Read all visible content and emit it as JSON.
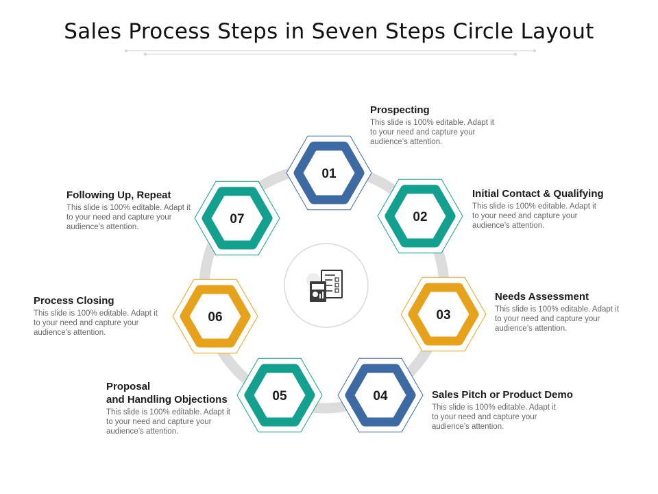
{
  "title": "Sales Process Steps in Seven Steps Circle Layout",
  "colors": {
    "blue": "#3d6aa3",
    "teal": "#14a08e",
    "gold": "#e6a21b",
    "ring": "#dcdcdc"
  },
  "center_icon": "report-document-icon",
  "description": "This slide is 100% editable. Adapt it to your need and capture your audience’s attention.",
  "steps": [
    {
      "number": "01",
      "title": "Prospecting",
      "color": "#3d6aa3"
    },
    {
      "number": "02",
      "title": "Initial Contact & Qualifying",
      "color": "#14a08e"
    },
    {
      "number": "03",
      "title": "Needs Assessment",
      "color": "#e6a21b"
    },
    {
      "number": "04",
      "title": "Sales Pitch or Product Demo",
      "color": "#3d6aa3"
    },
    {
      "number": "05",
      "title": "Proposal\nand Handling Objections",
      "color": "#14a08e"
    },
    {
      "number": "06",
      "title": "Process Closing",
      "color": "#e6a21b"
    },
    {
      "number": "07",
      "title": "Following Up, Repeat",
      "color": "#14a08e"
    }
  ]
}
